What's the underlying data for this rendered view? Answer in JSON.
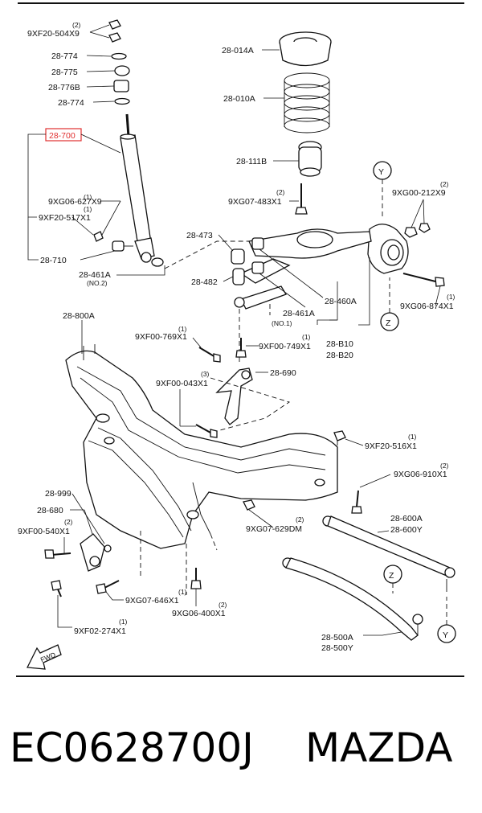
{
  "labels": {
    "l_9XF20_504X9": "9XF20-504X9",
    "q_504": "(2)",
    "l_28_774a": "28-774",
    "l_28_775": "28-775",
    "l_28_776B": "28-776B",
    "l_28_774b": "28-774",
    "l_28_700": "28-700",
    "l_9XG06_627X9": "9XG06-627X9",
    "q_627": "(1)",
    "l_9XF20_517X1": "9XF20-517X1",
    "l_28_710": "28-710",
    "l_28_461A_2": "28-461A",
    "l_no2": "(NO.2)",
    "l_28_014A": "28-014A",
    "l_28_010A": "28-010A",
    "l_28_111B": "28-111B",
    "l_9XG07_483X1": "9XG07-483X1",
    "q_483": "(2)",
    "l_Y_top": "Y",
    "l_9XG00_212X9": "9XG00-212X9",
    "q_212": "(2)",
    "l_28_473": "28-473",
    "l_28_482": "28-482",
    "l_28_460A": "28-460A",
    "l_28_461A_1": "28-461A",
    "l_no1": "(NO.1)",
    "l_28_B10": "28-B10",
    "l_28_B20": "28-B20",
    "l_Z_top": "Z",
    "l_9XG06_874X1": "9XG06-874X1",
    "q_874": "(1)",
    "l_28_800A": "28-800A",
    "l_9XF00_769X1": "9XF00-769X1",
    "q_769": "(1)",
    "l_9XF00_749X1": "9XF00-749X1",
    "q_749": "(1)",
    "l_28_690": "28-690",
    "l_9XF00_043X1": "9XF00-043X1",
    "q_043": "(3)",
    "l_9XF20_516X1": "9XF20-516X1",
    "q_516": "(1)",
    "l_9XG06_910X1": "9XG06-910X1",
    "q_910": "(2)",
    "l_28_999": "28-999",
    "l_28_680": "28-680",
    "l_9XF00_540X1": "9XF00-540X1",
    "q_540": "(2)",
    "l_9XG07_629DM": "9XG07-629DM",
    "q_629": "(2)",
    "l_28_600A": "28-600A",
    "l_28_600Y": "28-600Y",
    "l_9XG07_646X1": "9XG07-646X1",
    "q_646": "(1)",
    "l_9XG06_400X1": "9XG06-400X1",
    "q_400": "(2)",
    "l_Z_bottom": "Z",
    "l_9XF02_274X1": "9XF02-274X1",
    "q_274": "(1)",
    "l_28_500A": "28-500A",
    "l_28_500Y": "28-500Y",
    "l_Y_bottom": "Y",
    "l_FWD": "FWD"
  },
  "caption": {
    "part_number": "EC0628700J",
    "brand": "MAZDA"
  },
  "colors": {
    "highlight": "#e03030",
    "ink": "#111111"
  }
}
